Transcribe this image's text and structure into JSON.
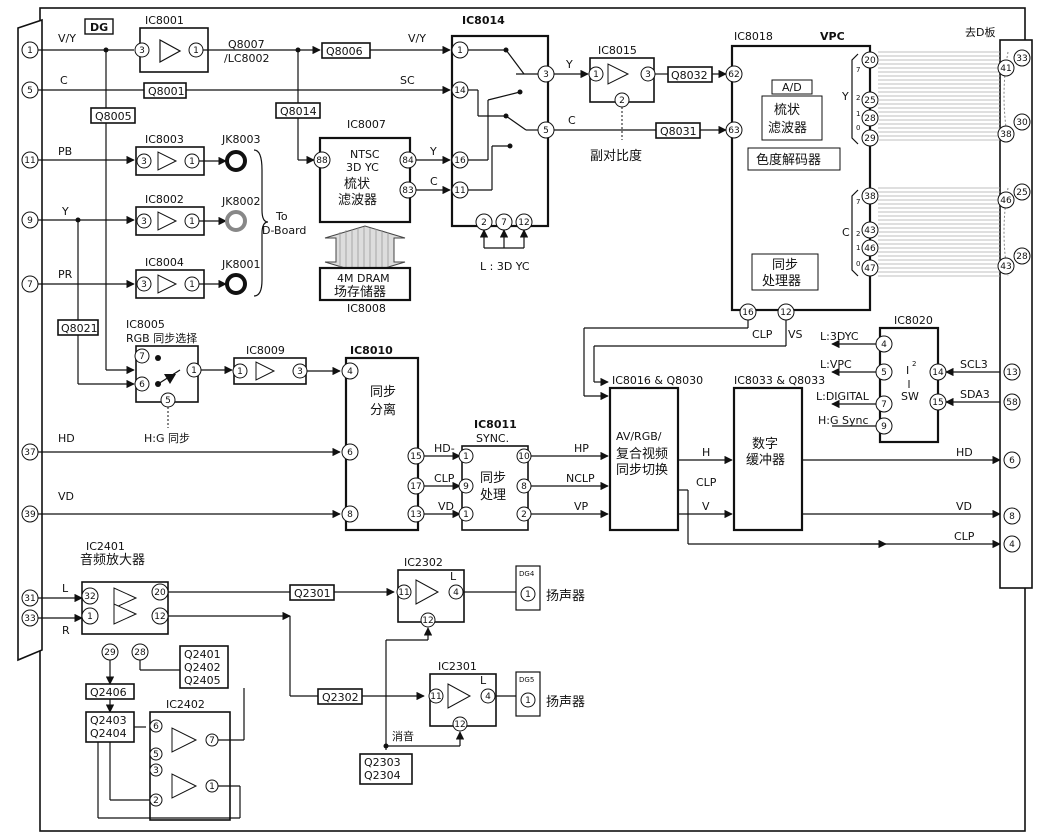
{
  "header": {
    "dg_tag": "DG",
    "right_board": "去D板"
  },
  "left_connector": [
    {
      "pin": "1",
      "signal": "V/Y"
    },
    {
      "pin": "5",
      "signal": "C"
    },
    {
      "pin": "11",
      "signal": "PB"
    },
    {
      "pin": "9",
      "signal": "Y"
    },
    {
      "pin": "7",
      "signal": "PR"
    },
    {
      "pin": "37",
      "signal": "HD"
    },
    {
      "pin": "39",
      "signal": "VD"
    },
    {
      "pin": "31",
      "signal": "L"
    },
    {
      "pin": "33",
      "signal": "R"
    }
  ],
  "right_connector": [
    {
      "pin": "13",
      "signal": "SCL3"
    },
    {
      "pin": "58",
      "signal": "SDA3"
    },
    {
      "pin": "6",
      "signal": "HD"
    },
    {
      "pin": "8",
      "signal": "VD"
    },
    {
      "pin": "4",
      "signal": "CLP"
    }
  ],
  "transistors": {
    "q8007": "Q8007\n/LC8002",
    "q8006": "Q8006",
    "q8001": "Q8001",
    "q8005": "Q8005",
    "q8014": "Q8014",
    "q8021": "Q8021",
    "q8032": "Q8032",
    "q8031": "Q8031",
    "q2301": "Q2301",
    "q2302": "Q2302",
    "q2406": "Q2406",
    "q2403": "Q2403\nQ2404",
    "q2401": "Q2401\nQ2402\nQ2405",
    "q2303": "Q2303\nQ2304"
  },
  "ics": {
    "ic8001": "IC8001",
    "ic8003": "IC8003",
    "ic8002": "IC8002",
    "ic8004": "IC8004",
    "ic8005": "IC8005",
    "ic8005_desc": "RGB 同步选择",
    "ic8005_note": "H:G 同步",
    "ic8007": "IC8007",
    "ic8007_desc1": "NTSC",
    "ic8007_desc2": "3D YC",
    "ic8007_desc3": "梳状",
    "ic8007_desc4": "滤波器",
    "ic8008": "IC8008",
    "ic8008_desc1": "4M DRAM",
    "ic8008_desc2": "场存储器",
    "ic8009": "IC8009",
    "ic8010": "IC8010",
    "ic8010_desc1": "同步",
    "ic8010_desc2": "分离",
    "ic8011": "IC8011",
    "ic8011_sub": "SYNC.",
    "ic8011_desc1": "同步",
    "ic8011_desc2": "处理",
    "ic8014": "IC8014",
    "ic8014_note": "L : 3D YC",
    "ic8015": "IC8015",
    "ic8015_note": "副对比度",
    "ic8016": "IC8016 & Q8030",
    "ic8016_desc1": "AV/RGB/",
    "ic8016_desc2": "复合视频",
    "ic8016_desc3": "同步切换",
    "ic8018": "IC8018",
    "ic8018_name": "VPC",
    "ic8018_ad": "A/D",
    "ic8018_comb1": "梳状",
    "ic8018_comb2": "滤波器",
    "ic8018_decoder": "色度解码器",
    "ic8018_sync1": "同步",
    "ic8018_sync2": "处理器",
    "ic8020": "IC8020",
    "ic8020_sw1": "I",
    "ic8020_sw2": "SW",
    "ic8033": "IC8033 & Q8033",
    "ic8033_desc1": "数字",
    "ic8033_desc2": "缓冲器",
    "ic2401": "IC2401",
    "ic2401_desc": "音频放大器",
    "ic2402": "IC2402",
    "ic2302": "IC2302",
    "ic2301": "IC2301"
  },
  "jacks": {
    "jk8003": "JK8003",
    "jk8002": "JK8002",
    "jk8001": "JK8001",
    "to_board": "To\nD-Board"
  },
  "signals": {
    "vy": "V/Y",
    "sc": "SC",
    "y": "Y",
    "c": "C",
    "hd_minus": "HD-",
    "clp": "CLP",
    "vd": "VD",
    "hp": "HP",
    "nclp": "NCLP",
    "vp": "VP",
    "h": "H",
    "v": "V",
    "vs": "VS",
    "l3dyc": "L:3DYC",
    "lvpc": "L:VPC",
    "ldigital": "L:DIGITAL",
    "hgsync": "H:G Sync",
    "l": "L",
    "r": "R",
    "mute": "消音",
    "speaker": "扬声器",
    "dg4": "DG4",
    "dg5": "DG5"
  },
  "vpc_bits": {
    "y": [
      "7",
      "2",
      "1",
      "0"
    ],
    "c": [
      "7",
      "2",
      "1",
      "0"
    ],
    "y_label": "Y",
    "c_label": "C"
  },
  "out_pins_left": [
    "20",
    "25",
    "28",
    "29",
    "38",
    "43",
    "46",
    "47"
  ],
  "out_pins_right": [
    "41",
    "33",
    "30",
    "38",
    "46",
    "25",
    "28",
    "43"
  ]
}
